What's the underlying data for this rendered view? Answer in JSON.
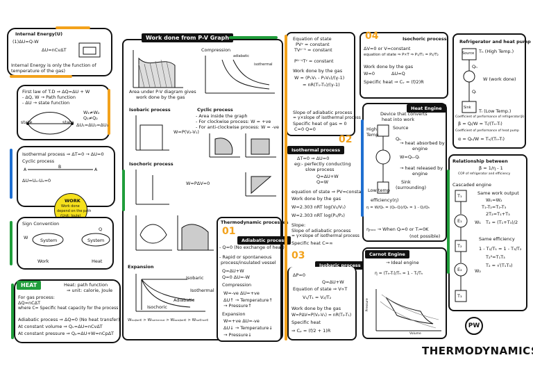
{
  "internal_energy": {
    "title": "Internal Energy(U)",
    "formula1": "(1)ΔU=Q-W",
    "formula2": "ΔU=nCvΔT",
    "note1": "Internal Energy is only the function of",
    "note2": "temperature of the gas)"
  },
  "first_law": {
    "line1": "First law of T.D ⇒ ΔQ=ΔU + W",
    "line2": "- ΔQ, W → Path function",
    "line3": "- ΔU → state function",
    "state1": "state",
    "state2": "state",
    "right1": "W₁≠W₂",
    "right2": "Q₁≠Q₂",
    "right3": "ΔU₁=ΔU₂=ΔU₃"
  },
  "cyclic": {
    "line1": "Isothermal process ⇒ ΔT=0 → ΔU=0",
    "line2": "Cyclic process",
    "line3": "ΔU=Uₐ-Uₐ=0"
  },
  "work_badge": {
    "title": "WORK",
    "line1": "Work done",
    "line2": "depend on the path",
    "line3": "(Unit: Joule)"
  },
  "sign": {
    "title": "Sign Convention",
    "left_system": "System",
    "right_system": "System",
    "w_label": "W",
    "q_label": "Q",
    "work": "Work",
    "heat": "Heat"
  },
  "heat": {
    "tag": "HEAT",
    "line1": "Heat: path function",
    "line2": "⇒ unit: calorie, Joule",
    "line3": "For gas process:",
    "line4": "ΔQ=nCΔT",
    "line5": "where   C= Specific heat capacity for the process",
    "line6": "Adiabatic process ⇒ ΔQ=0 (No heat transfer)",
    "line7": "At constant volume ⇒ Qᵥ=ΔU=nCvΔT",
    "line8": "At constant pressure ⇒ Qₚ=ΔU+W=nCpΔT"
  },
  "pv": {
    "title": "Work done from P-V Graph",
    "area_note1": "Area under P-V diagram gives",
    "area_note2": "work done by the gas",
    "compression": "Compression",
    "adiabatic": "adiabatic",
    "isothermal": "isothermal",
    "isobaric_title": "Isobaric process",
    "isobaric_formula": "W=P(V₂-V₁)",
    "cyclic_title": "Cyclic process",
    "cyclic_note1": "- Area inside the graph",
    "cyclic_note2": "- For clockwise process: W = +ve",
    "cyclic_note3": "- For anti-clockwise process: W = -ve",
    "isochoric_title": "Isochoric process",
    "isochoric_formula": "W=PΔV=0",
    "expansion": "Expansion",
    "isobaric": "Isobaric",
    "isothermal2": "Isothermal",
    "adiabatic2": "Adiabatic",
    "isochoric2": "Isochoric",
    "compare": "Wᵢₛₒᵦₐᵣᵢc > Wᵢₛₒₜₕₑᵣₘₐₗ > Wₐₔᵢₐᵦₐₜᵢc > Wᵢₛₒcₕₒᵣᵢc"
  },
  "thermo_processes": {
    "title": "Thermodynamic processes",
    "n1": "01",
    "adiabatic_tag": "Adiabatic process",
    "l1": "- Q=0 (No exchange of heat)",
    "l2": "- Rapid or spontaneous",
    "l3": "process/insulated vessel",
    "l4": "Q=ΔU+W",
    "l5": "Q=0    ΔU=-W",
    "l6": "Compression",
    "l7": "W=-ve  ΔU=+ve",
    "l8": "ΔU↑ → Temperature↑",
    "l9": "        → Pressure↑",
    "l10": "Expansion",
    "l11": "W=+ve  ΔU=-ve",
    "l12": "ΔU↓ → Temperature↓",
    "l13": "        → Pressure↓"
  },
  "adiabatic_box": {
    "l1": "Equation of state",
    "l2": "PVᵞ = constant",
    "l3": "TVᵞ⁻¹ = constant",
    "l4": "P¹⁻ᵞTᵞ = constant",
    "l5": "Work done by the gas",
    "l6": "W = (P₁V₁ - P₂V₂)/(γ-1)",
    "l7": "= nR(T₁-T₂)/(γ-1)",
    "l8": "Slope of adiabatic process",
    "l9": "= γ×slope of isothermal process",
    "l10": "Specific heat of gas = 0",
    "l11": "C=0      Q=0"
  },
  "isothermal_box": {
    "n2": "02",
    "tag": "Isothermal process",
    "l1": "ΔT=0 ⇒ ΔU=0",
    "l2": "eg:- perfectly conducting",
    "l3": "slow process",
    "l4": "Q=ΔU+W",
    "l5": "Q=W",
    "l6": "equation of state ⇒ PV=constant",
    "l7": "Work done by the gas",
    "l8": "W=2.303 nRT log(V₂/V₁)",
    "l9": "W=2.303 nRT log(P₁/P₂)",
    "l10": "Slope:",
    "l11": "Slope of adiabatic process",
    "l12": "= γ×slope of isothermal process",
    "l13": "Specific heat  C=∞"
  },
  "isobaric_box": {
    "n3": "03",
    "tag": "Isobaric process",
    "l1": "ΔP=0",
    "l2": "Q=ΔU+W",
    "l3": "Equation of state ⇒ V∝T",
    "l4": "V₁/T₁ = V₂/T₂",
    "l5": "Work done by the gas",
    "l6": "W=PΔV=P(V₂-V₁) = nR(T₂-T₁)",
    "l7": "Specific heat",
    "l8": "⇒ Cₚ = (f/2 + 1)R"
  },
  "isochoric_box": {
    "n4": "04",
    "tag": "Isochoric process",
    "l1": "ΔV=0 or V=constant",
    "l2": "equation of state ⇒ P∝T ⇒ P₁/T₁ = P₂/T₂",
    "l3": "Work done by the gas",
    "l4": "W=0",
    "l5": "ΔU=Q",
    "l6": "Specific heat ⇒ Cᵥ = (f/2)R"
  },
  "heat_engine": {
    "tag": "Heat Engine",
    "l1": "Device that converts",
    "l2": "heat into work",
    "high": "High",
    "temp": "Temp",
    "source": "Source",
    "qh": "Qₕ",
    "l3": "→ heat absorbed by",
    "l4": "engine",
    "l5": "W=Qₕ-Qₗ",
    "l6": "→ heat released by",
    "l7": "engine",
    "sink": "Sink",
    "surround": "(surrounding)",
    "low": "Low temp",
    "eff": "efficiency(η)",
    "eff_formula": "η = W/Qₕ = (Qₕ-Qₗ)/Qₕ = 1 - Qₗ/Qₕ",
    "eff_max": "ηₘₐₓ → When  Qₗ=0 or Tₗ=0K",
    "not_possible": "(not possible)"
  },
  "carnot": {
    "tag": "Carnot Engine",
    "l1": "→ Ideal engine",
    "formula": "η = (Tₕ-Tₗ)/Tₕ = 1 - Tₗ/Tₕ",
    "axis_p": "Pressure",
    "axis_v": "Volume"
  },
  "refrigerator": {
    "title": "Refrigerator and heat pump",
    "source": "Source",
    "th": "Tₕ (High Temp.)",
    "qh": "Qₕ",
    "w": "W (work done)",
    "ql": "Qₗ",
    "sink": "Sink",
    "tl": "Tₗ (Low Temp.)",
    "l1": "Coefficient of performance of refrigerator(β)",
    "l2": "β = Qₗ/W = Tₗ/(Tₕ-Tₗ)",
    "l3": "Coefficient of performance of heat pump",
    "l4": "α = Qₕ/W = Tₕ/(Tₕ-Tₗ)"
  },
  "relationship": {
    "title": "Relationship between",
    "l1": "β = 1/η - 1",
    "l2": "COP of refrigerator and efficiency",
    "cascaded": "Cascaded engine",
    "t1": "T₁",
    "e1": "E₁",
    "w1": "W₁",
    "t2": "T₂",
    "e2": "E₂",
    "w2": "W₂",
    "t3": "T₃",
    "same_work": "Same work output",
    "sw1": "W₁=W₂",
    "sw2": "T₁-T₂=T₂-T₃",
    "sw3": "2T₂=T₁+T₃",
    "sw4": "T₂ = (T₁+T₃)/2",
    "same_eff": "Same efficiency",
    "se1": "1 - T₂/T₁ = 1 - T₃/T₂",
    "se2": "T₂²=T₁T₃",
    "se3": "T₂ = √(T₁T₃)"
  },
  "main_title": "THERMODYNAMICS",
  "logo": "PW",
  "colors": {
    "orange": "#f3a21b",
    "green": "#1f9d3a",
    "blue": "#1f6fd1",
    "yellow": "#f5e01c"
  }
}
